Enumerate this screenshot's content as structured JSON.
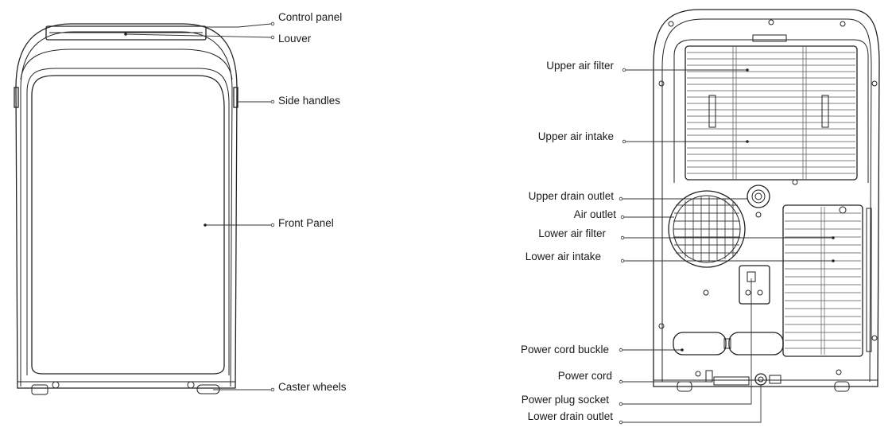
{
  "front_view": {
    "labels": {
      "control_panel": "Control panel",
      "louver": "Louver",
      "side_handles": "Side handles",
      "front_panel": "Front Panel",
      "caster_wheels": "Caster wheels"
    }
  },
  "rear_view": {
    "labels": {
      "upper_air_filter": "Upper air filter",
      "upper_air_intake": "Upper air intake",
      "upper_drain_outlet": "Upper drain outlet",
      "air_outlet": "Air outlet",
      "lower_air_filter": "Lower air filter",
      "lower_air_intake": "Lower air intake",
      "power_cord_buckle": "Power cord buckle",
      "power_cord": "Power cord",
      "power_plug_socket": "Power plug socket",
      "lower_drain_outlet": "Lower drain outlet"
    }
  }
}
